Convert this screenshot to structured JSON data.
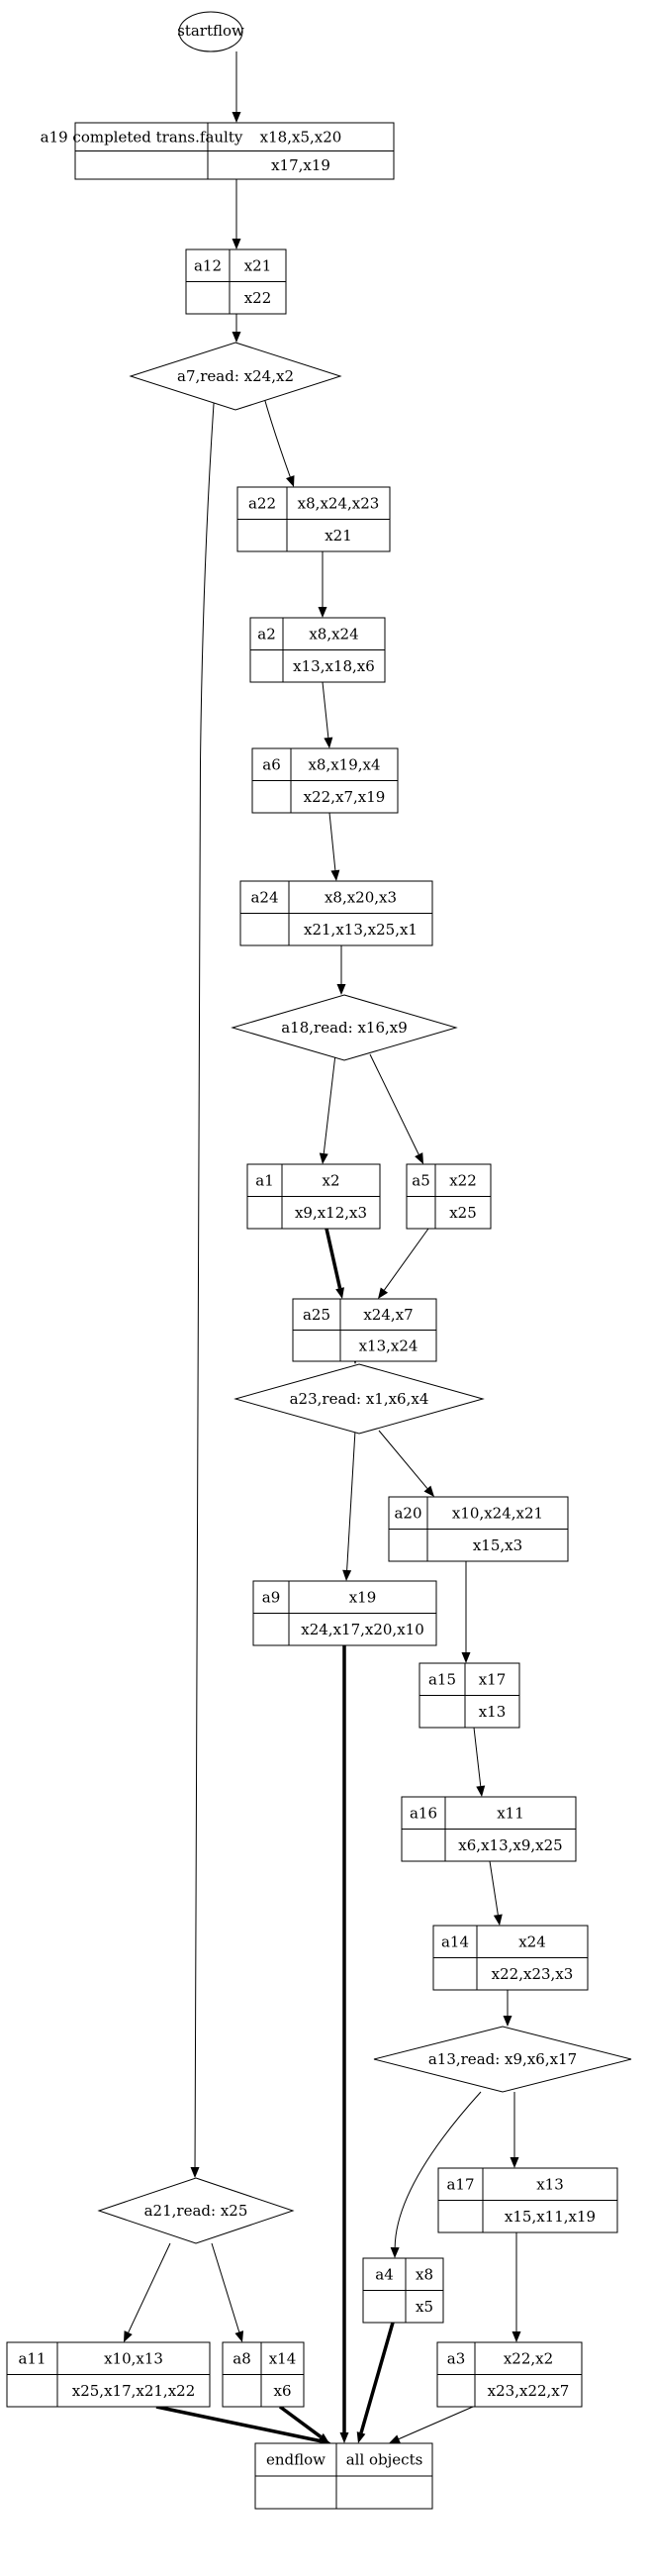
{
  "diagram": {
    "nodes": [
      {
        "id": "startflow",
        "shape": "ellipse",
        "label": "startflow"
      },
      {
        "id": "a19",
        "shape": "record",
        "name": "a19 completed trans.faulty",
        "top": "x18,x5,x20",
        "bottom": "x17,x19"
      },
      {
        "id": "a12",
        "shape": "record",
        "name": "a12",
        "top": "x21",
        "bottom": "x22"
      },
      {
        "id": "a7",
        "shape": "diamond",
        "label": "a7,read: x24,x2"
      },
      {
        "id": "a22",
        "shape": "record",
        "name": "a22",
        "top": "x8,x24,x23",
        "bottom": "x21"
      },
      {
        "id": "a2",
        "shape": "record",
        "name": "a2",
        "top": "x8,x24",
        "bottom": "x13,x18,x6"
      },
      {
        "id": "a6",
        "shape": "record",
        "name": "a6",
        "top": "x8,x19,x4",
        "bottom": "x22,x7,x19"
      },
      {
        "id": "a24",
        "shape": "record",
        "name": "a24",
        "top": "x8,x20,x3",
        "bottom": "x21,x13,x25,x1"
      },
      {
        "id": "a18",
        "shape": "diamond",
        "label": "a18,read: x16,x9"
      },
      {
        "id": "a1",
        "shape": "record",
        "name": "a1",
        "top": "x2",
        "bottom": "x9,x12,x3"
      },
      {
        "id": "a5",
        "shape": "record",
        "name": "a5",
        "top": "x22",
        "bottom": "x25"
      },
      {
        "id": "a25",
        "shape": "record",
        "name": "a25",
        "top": "x24,x7",
        "bottom": "x13,x24"
      },
      {
        "id": "a23",
        "shape": "diamond",
        "label": "a23,read: x1,x6,x4"
      },
      {
        "id": "a20",
        "shape": "record",
        "name": "a20",
        "top": "x10,x24,x21",
        "bottom": "x15,x3"
      },
      {
        "id": "a9",
        "shape": "record",
        "name": "a9",
        "top": "x19",
        "bottom": "x24,x17,x20,x10"
      },
      {
        "id": "a15",
        "shape": "record",
        "name": "a15",
        "top": "x17",
        "bottom": "x13"
      },
      {
        "id": "a16",
        "shape": "record",
        "name": "a16",
        "top": "x11",
        "bottom": "x6,x13,x9,x25"
      },
      {
        "id": "a14",
        "shape": "record",
        "name": "a14",
        "top": "x24",
        "bottom": "x22,x23,x3"
      },
      {
        "id": "a13",
        "shape": "diamond",
        "label": "a13,read: x9,x6,x17"
      },
      {
        "id": "a17",
        "shape": "record",
        "name": "a17",
        "top": "x13",
        "bottom": "x15,x11,x19"
      },
      {
        "id": "a21",
        "shape": "diamond",
        "label": "a21,read: x25"
      },
      {
        "id": "a4",
        "shape": "record",
        "name": "a4",
        "top": "x8",
        "bottom": "x5"
      },
      {
        "id": "a11",
        "shape": "record",
        "name": "a11",
        "top": "x10,x13",
        "bottom": "x25,x17,x21,x22"
      },
      {
        "id": "a8",
        "shape": "record",
        "name": "a8",
        "top": "x14",
        "bottom": "x6"
      },
      {
        "id": "a3",
        "shape": "record",
        "name": "a3",
        "top": "x22,x2",
        "bottom": "x23,x22,x7"
      },
      {
        "id": "endflow",
        "shape": "record",
        "name": "endflow",
        "top": "all objects",
        "bottom": ""
      }
    ],
    "edges": [
      {
        "from": "startflow",
        "to": "a19",
        "bold": false
      },
      {
        "from": "a19",
        "to": "a12",
        "bold": false
      },
      {
        "from": "a12",
        "to": "a7",
        "bold": false
      },
      {
        "from": "a7",
        "to": "a22",
        "bold": false
      },
      {
        "from": "a7",
        "to": "a21",
        "bold": false
      },
      {
        "from": "a22",
        "to": "a2",
        "bold": false
      },
      {
        "from": "a2",
        "to": "a6",
        "bold": false
      },
      {
        "from": "a6",
        "to": "a24",
        "bold": false
      },
      {
        "from": "a24",
        "to": "a18",
        "bold": false
      },
      {
        "from": "a18",
        "to": "a1",
        "bold": false
      },
      {
        "from": "a18",
        "to": "a5",
        "bold": false
      },
      {
        "from": "a1",
        "to": "a25",
        "bold": true
      },
      {
        "from": "a5",
        "to": "a25",
        "bold": false
      },
      {
        "from": "a25",
        "to": "a23",
        "bold": false
      },
      {
        "from": "a23",
        "to": "a20",
        "bold": false
      },
      {
        "from": "a23",
        "to": "a9",
        "bold": false
      },
      {
        "from": "a20",
        "to": "a15",
        "bold": false
      },
      {
        "from": "a15",
        "to": "a16",
        "bold": false
      },
      {
        "from": "a16",
        "to": "a14",
        "bold": false
      },
      {
        "from": "a14",
        "to": "a13",
        "bold": false
      },
      {
        "from": "a13",
        "to": "a17",
        "bold": false
      },
      {
        "from": "a13",
        "to": "a4",
        "bold": false
      },
      {
        "from": "a17",
        "to": "a3",
        "bold": false
      },
      {
        "from": "a21",
        "to": "a11",
        "bold": false
      },
      {
        "from": "a21",
        "to": "a8",
        "bold": false
      },
      {
        "from": "a9",
        "to": "endflow",
        "bold": true
      },
      {
        "from": "a11",
        "to": "endflow",
        "bold": true
      },
      {
        "from": "a8",
        "to": "endflow",
        "bold": true
      },
      {
        "from": "a4",
        "to": "endflow",
        "bold": true
      },
      {
        "from": "a3",
        "to": "endflow",
        "bold": false
      }
    ]
  }
}
